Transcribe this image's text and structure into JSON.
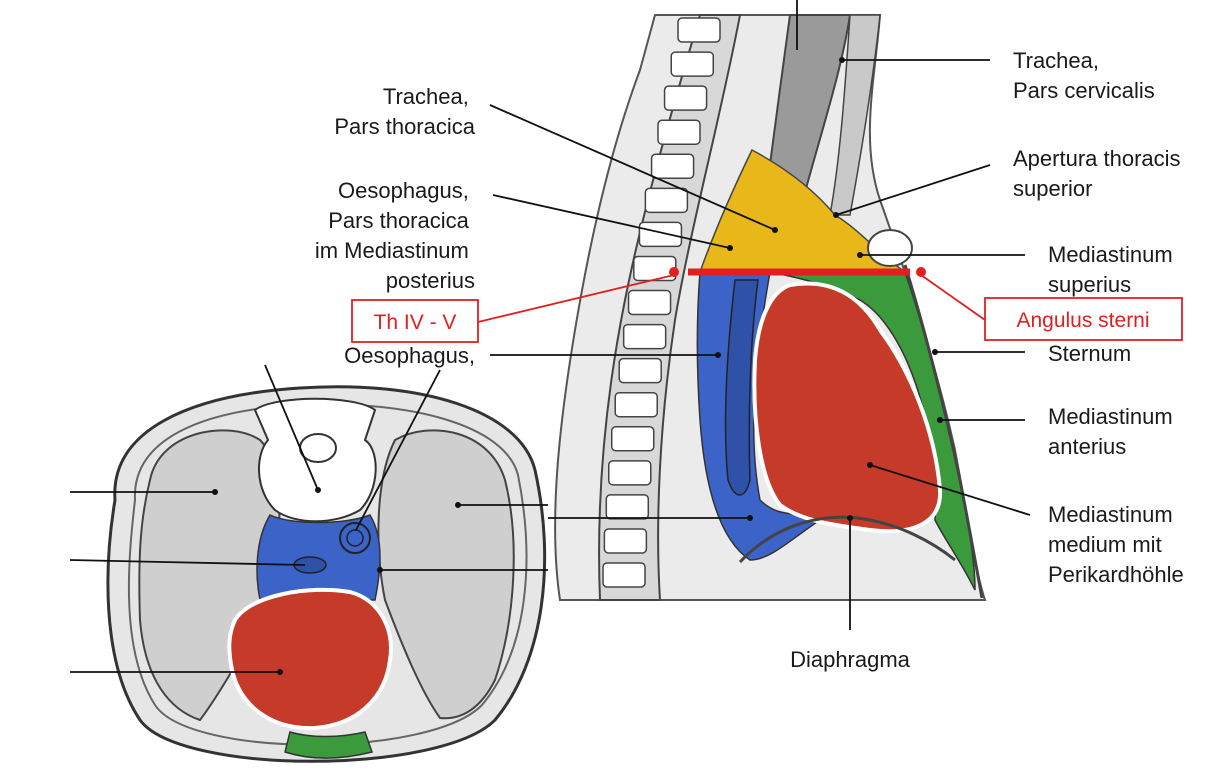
{
  "labels": {
    "trachea_cervicalis": [
      "Trachea,",
      "Pars cervicalis"
    ],
    "apertura": [
      "Apertura thoracis",
      "superior"
    ],
    "med_superius": [
      "Mediastinum",
      "superius"
    ],
    "sternum": "Sternum",
    "med_anterius": [
      "Mediastinum",
      "anterius"
    ],
    "med_medium": [
      "Mediastinum",
      "medium mit",
      "Perikardhöhle"
    ],
    "diaphragma": "Diaphragma",
    "trachea_thoracica": [
      "Trachea,",
      "Pars thoracica"
    ],
    "oesophagus_thoracica": [
      "Oesophagus,",
      "Pars thoracica",
      "im Mediastinum",
      "posterius"
    ],
    "oesophagus": "Oesophagus,"
  },
  "annotations": {
    "th_level": "Th IV - V",
    "angulus": "Angulus sterni"
  },
  "colors": {
    "superius": "#e8b81a",
    "anterius": "#3a9a3c",
    "medium": "#c63a2a",
    "posterius": "#3c63c8",
    "annotation": "#e02020",
    "lung": "#cfcfcf",
    "bone": "#ffffff",
    "tissue": "#e6e6e6"
  }
}
